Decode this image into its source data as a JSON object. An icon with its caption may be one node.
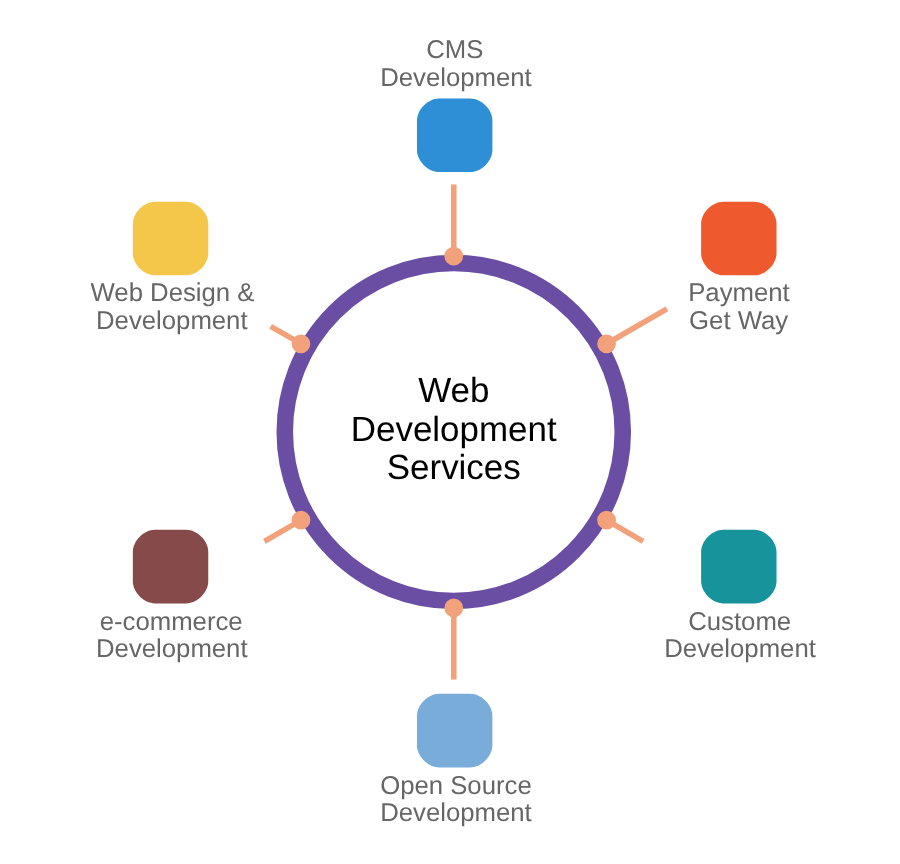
{
  "diagram": {
    "nodes": [
      {
        "text": [
          "Web Development Services"
        ]
      },
      {
        "text": [
          "CMS Development"
        ]
      },
      {
        "text": [
          "Payment Get Way"
        ]
      },
      {
        "text": [
          "Custome Development"
        ]
      },
      {
        "text": [
          "Open Source Development"
        ]
      },
      {
        "text": [
          "e-commerce Development"
        ]
      },
      {
        "text": [
          "Web Design & Development"
        ]
      }
    ],
    "edges": [
      {
        "from": 0,
        "to": 1,
        "arrow": "other"
      },
      {
        "from": 0,
        "to": 2,
        "arrow": "other"
      },
      {
        "from": 0,
        "to": 3,
        "arrow": "other"
      },
      {
        "from": 0,
        "to": 4,
        "arrow": "other"
      },
      {
        "from": 0,
        "to": 5,
        "arrow": "other"
      },
      {
        "from": 0,
        "to": 6,
        "arrow": "other"
      }
    ]
  }
}
